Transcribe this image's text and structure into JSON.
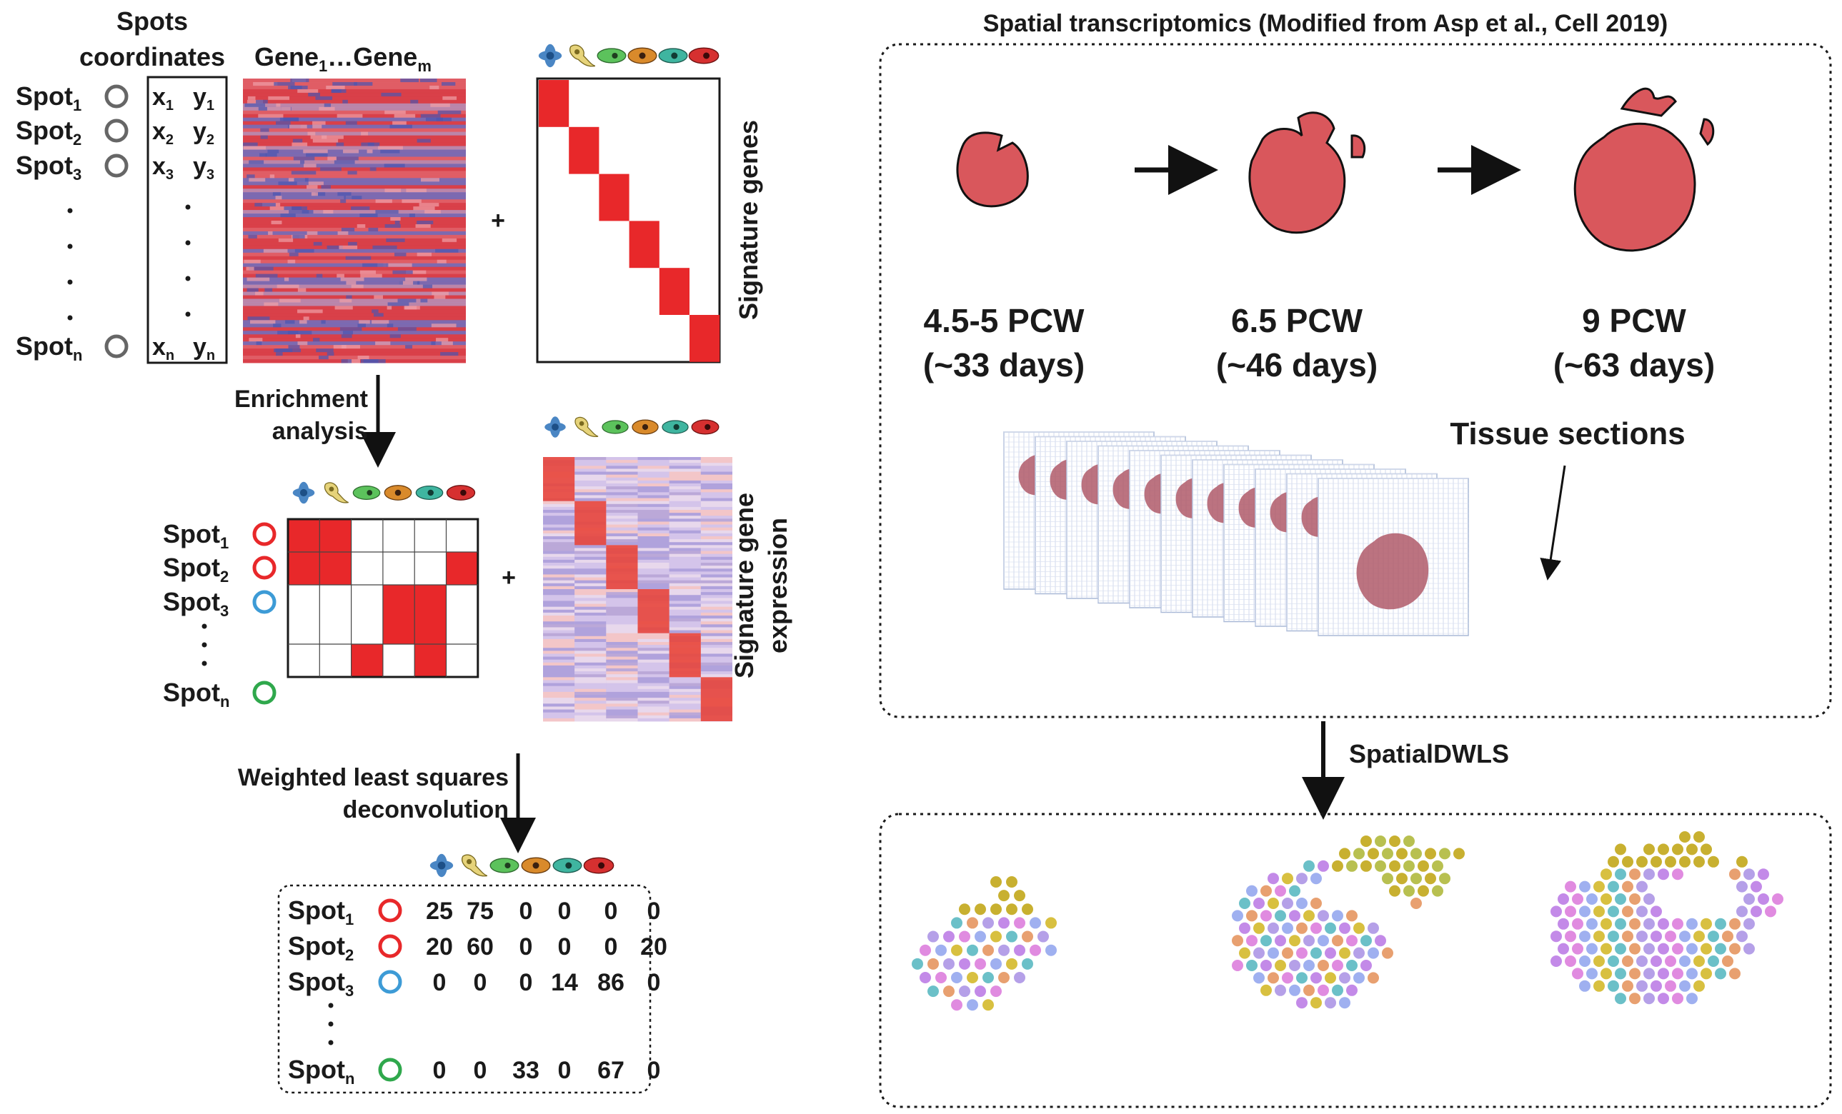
{
  "colors": {
    "red": "#e8282a",
    "blue": "#3d9bd6",
    "green": "#2fa84c",
    "grey_circle": "#666666",
    "tissue": "#d9575c",
    "heat_red": "#dc3c46",
    "heat_blue": "#5a63b8",
    "lavender": "#c9bde6"
  },
  "cell_type_icons": [
    "blue-cell-icon",
    "yellow-cell-icon",
    "green-cell-icon",
    "orange-cell-icon",
    "teal-cell-icon",
    "red-cell-icon"
  ],
  "left": {
    "coords_header": [
      "Spots",
      "coordinates"
    ],
    "gene_header": {
      "base1": "Gene",
      "sub1": "1",
      "mid": "…Gene",
      "sub2": "m"
    },
    "spots": [
      {
        "base": "Spot",
        "sub": "1",
        "x": "x",
        "xsub": "1",
        "y": "y",
        "ysub": "1"
      },
      {
        "base": "Spot",
        "sub": "2",
        "x": "x",
        "xsub": "2",
        "y": "y",
        "ysub": "2"
      },
      {
        "base": "Spot",
        "sub": "3",
        "x": "x",
        "xsub": "3",
        "y": "y",
        "ysub": "3"
      },
      {
        "base": "Spot",
        "sub": "n",
        "x": "x",
        "xsub": "n",
        "y": "y",
        "ysub": "n"
      }
    ],
    "plus": "+",
    "signature_genes_label": "Signature genes",
    "enrichment_label": [
      "Enrichment",
      "analysis"
    ],
    "enrichment_spots": [
      {
        "base": "Spot",
        "sub": "1",
        "color": "red"
      },
      {
        "base": "Spot",
        "sub": "2",
        "color": "red"
      },
      {
        "base": "Spot",
        "sub": "3",
        "color": "blue"
      },
      {
        "base": "Spot",
        "sub": "n",
        "color": "green"
      }
    ],
    "signature_expression_label": [
      "Signature gene",
      "expression"
    ],
    "wls_label": [
      "Weighted least squares",
      "deconvolution"
    ],
    "result_rows": [
      {
        "base": "Spot",
        "sub": "1",
        "color": "red",
        "values": [
          "25",
          "75",
          "0",
          "0",
          "0",
          "0"
        ]
      },
      {
        "base": "Spot",
        "sub": "2",
        "color": "red",
        "values": [
          "20",
          "60",
          "0",
          "0",
          "0",
          "20"
        ]
      },
      {
        "base": "Spot",
        "sub": "3",
        "color": "blue",
        "values": [
          "0",
          "0",
          "0",
          "14",
          "86",
          "0"
        ]
      },
      {
        "base": "Spot",
        "sub": "n",
        "color": "green",
        "values": [
          "0",
          "0",
          "33",
          "0",
          "67",
          "0"
        ]
      }
    ]
  },
  "right": {
    "title": "Spatial transcriptomics (Modified from Asp et al., Cell 2019)",
    "stages": [
      {
        "line1": "4.5-5 PCW",
        "line2": "(~33 days)"
      },
      {
        "line1": "6.5 PCW",
        "line2": "(~46 days)"
      },
      {
        "line1": "9 PCW",
        "line2": "(~63 days)"
      }
    ],
    "tissue_sections_label": "Tissue sections",
    "method_label": "SpatialDWLS"
  }
}
